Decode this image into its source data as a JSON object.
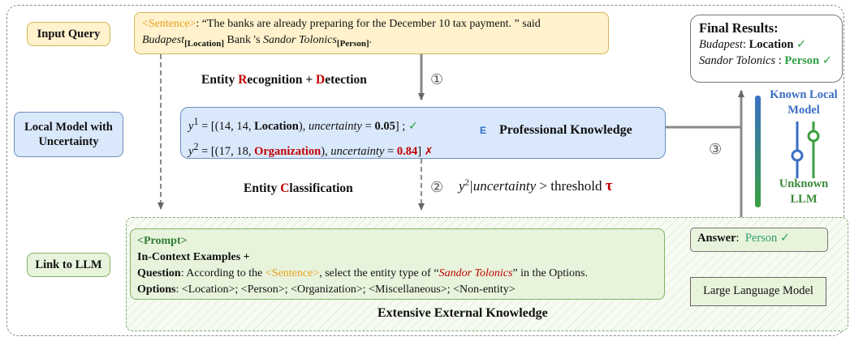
{
  "side_labels": {
    "input": "Input Query",
    "local": "Local Model with Uncertainty",
    "link": "Link to LLM"
  },
  "query": {
    "tag": "<Sentence>",
    "text1": ": “The banks are already preparing for the December 10 tax payment. ” said",
    "entity1": "Budapest",
    "sub1": "[Location]",
    "mid": " Bank 's ",
    "entity2": "Sandor Tolonics",
    "sub2": "[Person]",
    "end": "."
  },
  "step1": {
    "num": "①",
    "p1": "Entity ",
    "r": "R",
    "p2": "ecognition + ",
    "d": "D",
    "p3": "etection"
  },
  "local_model": {
    "row1": {
      "y": "y",
      "sup": "1",
      "pre": " = [(14, 14, ",
      "ent": "Location",
      "mid": "), ",
      "unc": "uncertainty",
      "eq": " = ",
      "val": "0.05",
      "end": "] ;",
      "mark": "✓"
    },
    "row2": {
      "y": "y",
      "sup": "2",
      "pre": " = [(17, 18, ",
      "ent": "Organization",
      "mid": "), ",
      "unc": "uncertainty",
      "eq": " = ",
      "val": "0.84",
      "end": "]",
      "mark": "✗"
    },
    "knowledge": "Professional Knowledge",
    "icon_letter": "E"
  },
  "step2": {
    "num": "②",
    "p1": "Entity ",
    "c": "C",
    "p2": "lassification",
    "cond_y": "y",
    "cond_sup": "2",
    "cond_unc": "|uncertainty",
    "cond_rest": " > threshold ",
    "tau": "τ"
  },
  "step3": {
    "num": "③"
  },
  "final": {
    "title": "Final Results:",
    "e1": "Budapest",
    "t1": "Location",
    "e2": "Sandor Tolonics",
    "t2": "Person",
    "mark": "✓"
  },
  "legend": {
    "known": "Known Local Model",
    "unknown": "Unknown LLM"
  },
  "prompt": {
    "tag": "<Prompt>",
    "examples": "In-Context Examples +",
    "q_label": "Question",
    "q_text1": ": According to the ",
    "q_sent": "<Sentence>",
    "q_text2": ", select the entity type of “",
    "q_entity": "Sandor Tolonics",
    "q_text3": "” in the Options.",
    "o_label": "Options",
    "o_text": ": <Location>; <Person>; <Organization>; <Miscellaneous>; <Non-entity>"
  },
  "answer": {
    "label": "Answer",
    "value": "Person",
    "mark": "✓"
  },
  "llm": {
    "l": "L",
    "p1": "arge ",
    "l2": "L",
    "p2": "anguage ",
    "m": "M",
    "p3": "odel"
  },
  "external": "Extensive External Knowledge",
  "colors": {
    "red": "#c00000",
    "green": "#2ea043",
    "gradient_top": "#3a6fc4",
    "gradient_bottom": "#3aa040"
  }
}
